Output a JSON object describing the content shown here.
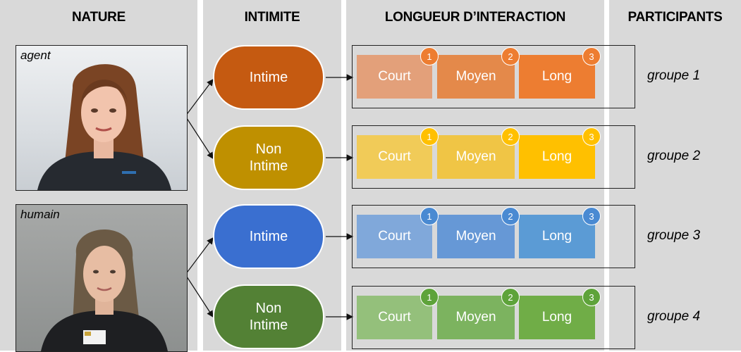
{
  "columns": {
    "nature": "NATURE",
    "intimite": "INTIMITE",
    "longueur": "LONGUEUR D’INTERACTION",
    "participants": "PARTICIPANTS"
  },
  "photos": {
    "agent_label": "agent",
    "humain_label": "humain"
  },
  "intimacy": [
    {
      "label": "Intime",
      "color": "#c55a11"
    },
    {
      "label": "Non Intime",
      "color": "#bf9000"
    },
    {
      "label": "Intime",
      "color": "#3a6fd0"
    },
    {
      "label": "Non Intime",
      "color": "#538135"
    }
  ],
  "rows": [
    {
      "segments": [
        {
          "label": "Court",
          "color": "#e3a07a"
        },
        {
          "label": "Moyen",
          "color": "#e4894a"
        },
        {
          "label": "Long",
          "color": "#ed7d31"
        }
      ],
      "badge_color": "#ed7d31",
      "badges": [
        "1",
        "2",
        "3"
      ],
      "group": "groupe 1"
    },
    {
      "segments": [
        {
          "label": "Court",
          "color": "#f1cb58"
        },
        {
          "label": "Moyen",
          "color": "#f0c545"
        },
        {
          "label": "Long",
          "color": "#ffc000"
        }
      ],
      "badge_color": "#ffc000",
      "badges": [
        "1",
        "2",
        "3"
      ],
      "group": "groupe 2"
    },
    {
      "segments": [
        {
          "label": "Court",
          "color": "#80a8da"
        },
        {
          "label": "Moyen",
          "color": "#6698d6"
        },
        {
          "label": "Long",
          "color": "#5b9bd5"
        }
      ],
      "badge_color": "#4a8ad2",
      "badges": [
        "1",
        "2",
        "3"
      ],
      "group": "groupe 3"
    },
    {
      "segments": [
        {
          "label": "Court",
          "color": "#94c07b"
        },
        {
          "label": "Moyen",
          "color": "#7cb35f"
        },
        {
          "label": "Long",
          "color": "#70ad47"
        }
      ],
      "badge_color": "#5ea33a",
      "badges": [
        "1",
        "2",
        "3"
      ],
      "group": "groupe 4"
    }
  ]
}
